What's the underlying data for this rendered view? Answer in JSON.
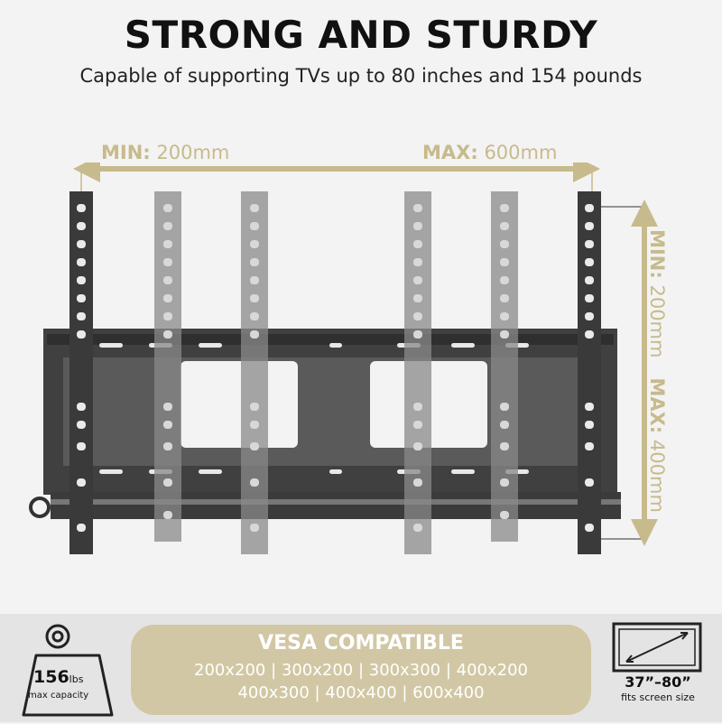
{
  "header": {
    "title": "STRONG AND STURDY",
    "subtitle": "Capable of supporting TVs up to 80 inches and 154 pounds"
  },
  "dimensions": {
    "horizontal_min_label": "MIN:",
    "horizontal_min_value": "200mm",
    "horizontal_max_label": "MAX:",
    "horizontal_max_value": "600mm",
    "vertical_min_label": "MIN:",
    "vertical_min_value": "200mm",
    "vertical_max_label": "MAX:",
    "vertical_max_value": "400mm"
  },
  "footer": {
    "weight_value": "156",
    "weight_unit": "lbs",
    "weight_caption": "max capacity",
    "vesa_title": "VESA COMPATIBLE",
    "vesa_line1": "200x200 | 300x200 | 300x300 | 400x200",
    "vesa_line2": "400x300 | 400x400 | 600x400",
    "screen_range": "37”–80”",
    "screen_caption": "fits screen size"
  },
  "colors": {
    "background": "#f3f3f3",
    "accent_gold": "#c7ba8c",
    "vesa_box": "#d2c7a4",
    "mount_dark": "#3a3a3a",
    "bracket_ghost": "#8a8a8a"
  },
  "icons": [
    "weight-icon",
    "screen-size-icon"
  ]
}
